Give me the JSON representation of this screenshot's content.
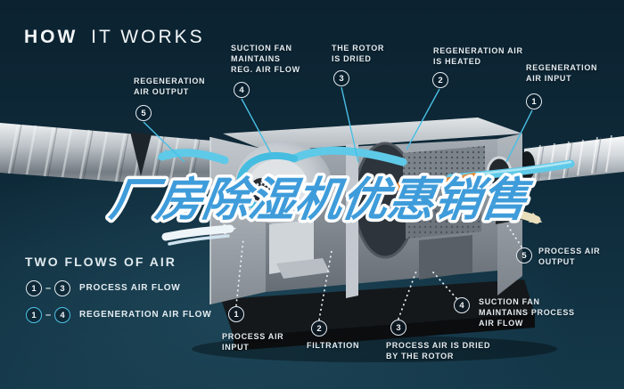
{
  "title": {
    "bold": "HOW",
    "light": "IT WORKS"
  },
  "watermark": "厂房除湿机优惠销售",
  "colors": {
    "background": "#0e2a39",
    "accent_cyan": "#5fc9e8",
    "heated_air_orange": "#e28a3a",
    "process_out_cream": "#eadfbd",
    "watermark_blue": "#3f9cda",
    "text": "#e8eef2"
  },
  "callouts_top": [
    {
      "num": "5",
      "label": "REGENERATION\nAIR OUTPUT"
    },
    {
      "num": "4",
      "label": "SUCTION FAN\nMAINTAINS\nREG. AIR FLOW"
    },
    {
      "num": "3",
      "label": "THE ROTOR\nIS DRIED"
    },
    {
      "num": "2",
      "label": "REGENERATION AIR\nIS HEATED"
    },
    {
      "num": "1",
      "label": "REGENERATION\nAIR INPUT"
    }
  ],
  "callouts_bottom": [
    {
      "num": "1",
      "label": "PROCESS AIR\nINPUT"
    },
    {
      "num": "2",
      "label": "FILTRATION"
    },
    {
      "num": "3",
      "label": "PROCESS AIR IS DRIED\nBY THE ROTOR"
    },
    {
      "num": "4",
      "label": "SUCTION FAN\nMAINTAINS PROCESS\nAIR FLOW"
    },
    {
      "num": "5",
      "label": "PROCESS AIR\nOUTPUT"
    }
  ],
  "legend": {
    "title": "TWO FLOWS OF AIR",
    "separator": "–",
    "rows": [
      {
        "from": "1",
        "to": "3",
        "label": "PROCESS AIR FLOW",
        "style": "white"
      },
      {
        "from": "1",
        "to": "4",
        "label": "REGENERATION AIR FLOW",
        "style": "cyan"
      }
    ]
  }
}
